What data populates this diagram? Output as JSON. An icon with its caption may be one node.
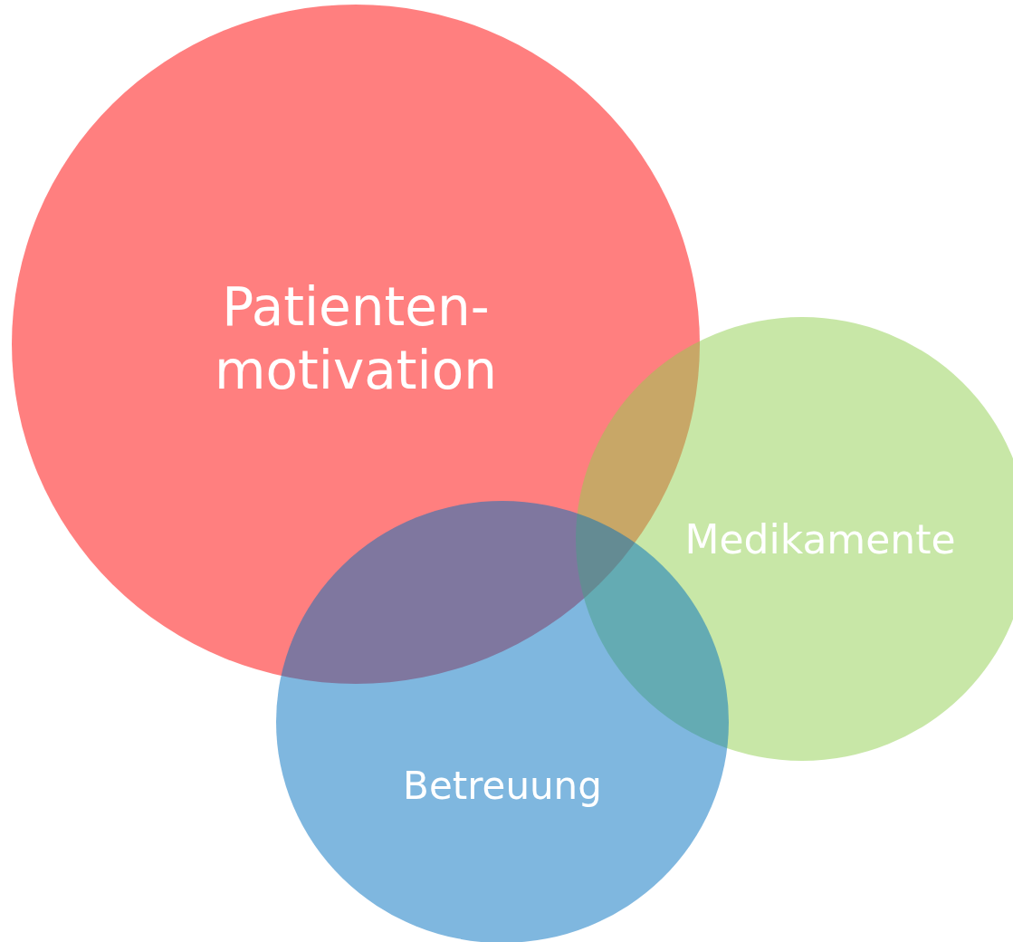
{
  "diagram": {
    "nodes": [
      {
        "text": [
          "Patienten- motivation"
        ]
      },
      {
        "text": [
          "Medikamente"
        ]
      },
      {
        "text": [
          "Betreuung"
        ]
      }
    ]
  }
}
